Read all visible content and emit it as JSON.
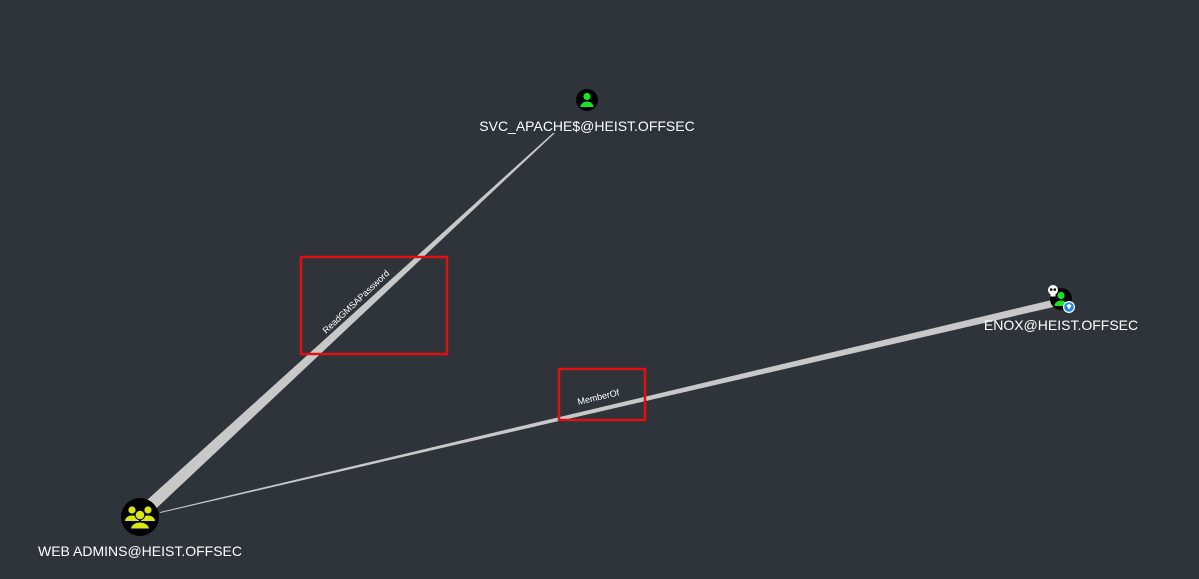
{
  "colors": {
    "background": "#2f343b",
    "edge": "#c8c8c8",
    "user_node": "#17e625",
    "group_node": "#dbe617",
    "node_bg": "#000000",
    "highlight": "#e01010",
    "high_value_badge": "#1e88e5"
  },
  "nodes": {
    "svc_apache": {
      "label": "SVC_APACHE$@HEIST.OFFSEC",
      "icon": "user-icon"
    },
    "enox": {
      "label": "ENOX@HEIST.OFFSEC",
      "icon": "user-icon",
      "badges": [
        "skull-icon",
        "high-value-icon"
      ]
    },
    "web_admins": {
      "label": "WEB ADMINS@HEIST.OFFSEC",
      "icon": "group-icon"
    }
  },
  "edges": {
    "read_gmsa": {
      "label": "ReadGMSAPassword",
      "from": "WEB ADMINS@HEIST.OFFSEC",
      "to": "SVC_APACHE$@HEIST.OFFSEC"
    },
    "member_of": {
      "label": "MemberOf",
      "from": "ENOX@HEIST.OFFSEC",
      "to": "WEB ADMINS@HEIST.OFFSEC"
    }
  },
  "highlights": [
    "read_gmsa",
    "member_of"
  ]
}
